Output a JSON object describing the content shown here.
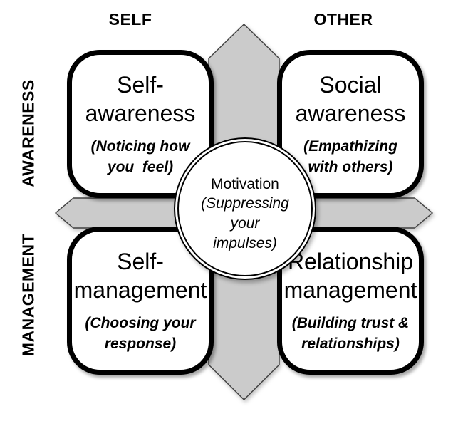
{
  "headers": {
    "self": "SELF",
    "other": "OTHER",
    "awareness": "AWARENESS",
    "management": "MANAGEMENT"
  },
  "quadrants": [
    {
      "name": "self-awareness",
      "title": "Self-\nawareness",
      "subtitle": "(Noticing how\nyou  feel)"
    },
    {
      "name": "social-awareness",
      "title": "Social\nawareness",
      "subtitle": "(Empathizing\nwith others)"
    },
    {
      "name": "self-management",
      "title": "Self-\nmanagement",
      "subtitle": "(Choosing your\nresponse)"
    },
    {
      "name": "relationship-management",
      "title": "Relationship\nmanagement",
      "subtitle": "(Building trust &\nrelationships)"
    }
  ],
  "center": {
    "title": "Motivation",
    "subtitle": "(Suppressing\nyour\nimpulses)"
  },
  "colors": {
    "cross_fill": "#cbcbcb",
    "cross_stroke": "#404040",
    "box_border": "#000000",
    "box_fill": "#ffffff",
    "background": "#ffffff",
    "text": "#000000"
  }
}
